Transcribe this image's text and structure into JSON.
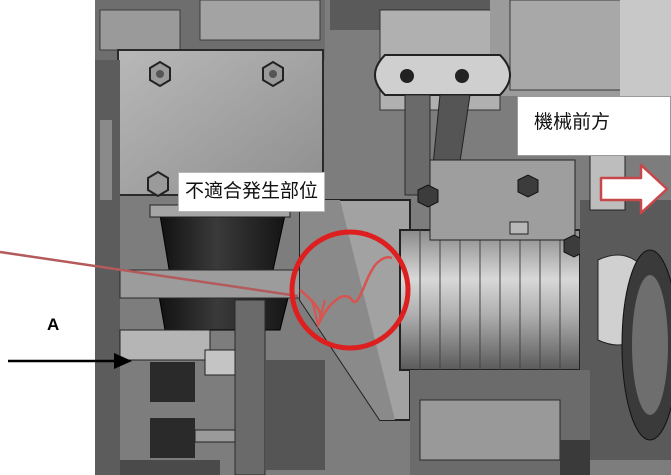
{
  "labels": {
    "machine_front": "機械前方",
    "defect_location": "不適合発生部位",
    "view_a": "A"
  },
  "icons": {
    "front_direction": "arrow-right-outline-icon",
    "view_direction": "arrow-right-icon",
    "defect_marker": "circle-highlight-icon"
  },
  "colors": {
    "marker_red": "#dd1f1f",
    "leader_line": "#b45a5a",
    "arrow_outline": "#c8474a",
    "wavy_crack": "#d9534f",
    "view_arrow": "#000000"
  }
}
